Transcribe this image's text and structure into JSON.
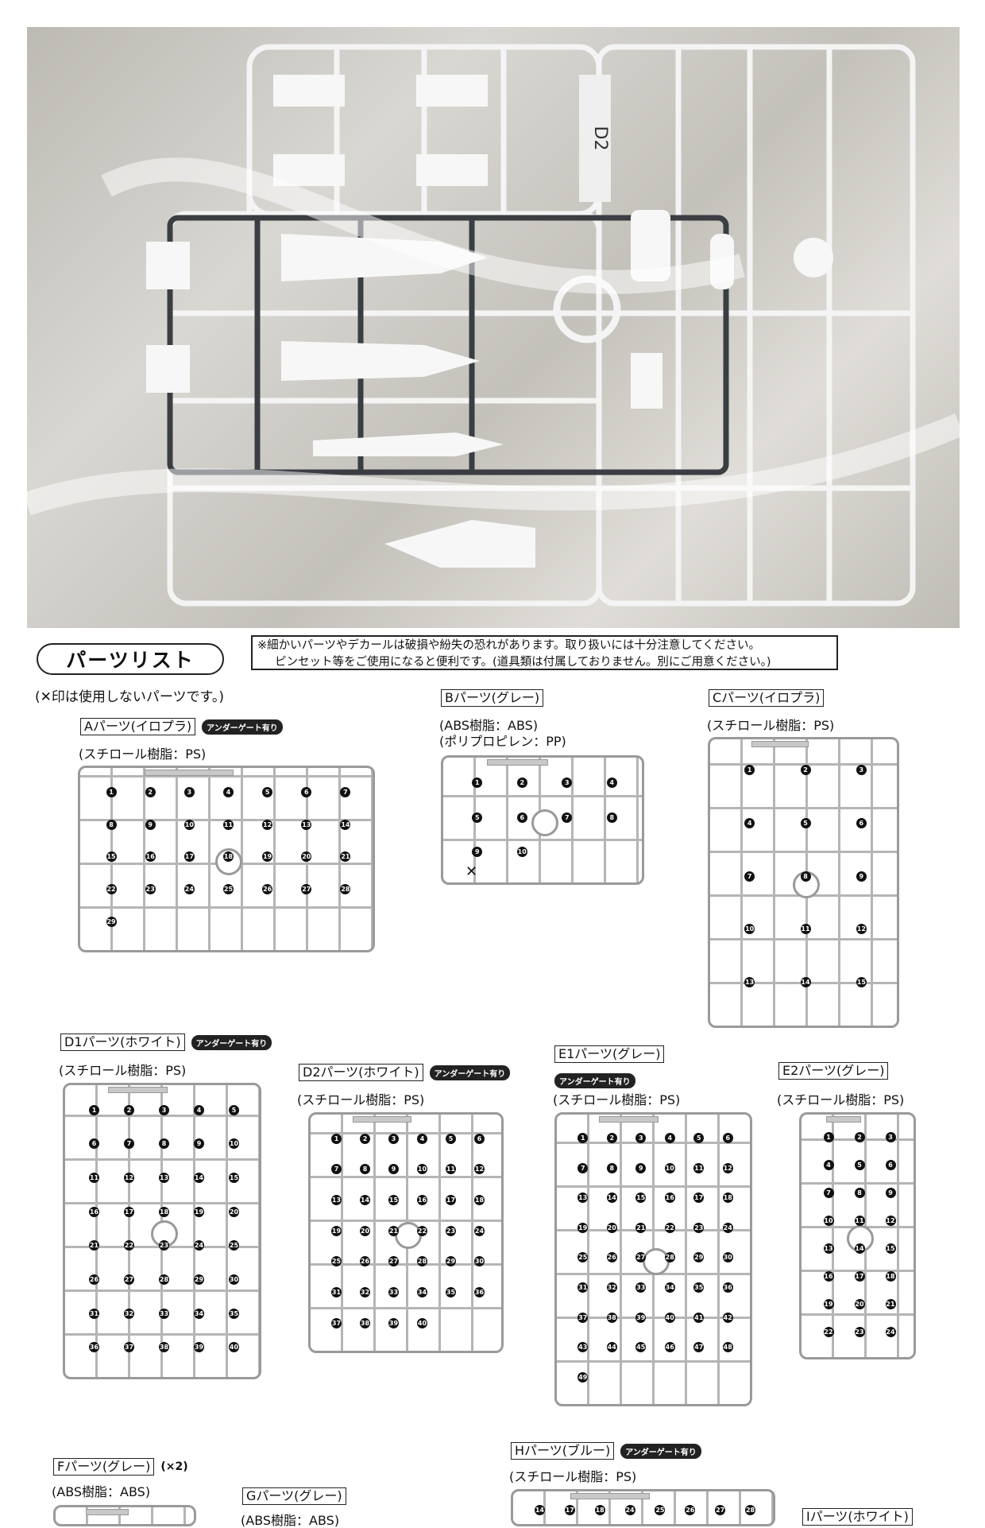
{
  "photo": {
    "runner_label": "D2"
  },
  "parts_list": {
    "title": "パーツリスト",
    "note_lines": [
      "※細かいパーツやデカールは破損や紛失の恐れがあります。取り扱いには十分注意してください。",
      "ピンセット等をご使用になると便利です。(道具類は付属しておりません。別にご用意ください。)"
    ],
    "legend": "(✕印は使用しないパーツです。)",
    "undergate_tag": "アンダーゲート有り",
    "runners": [
      {
        "id": "A",
        "label": "Aパーツ(イロプラ)",
        "materials": [
          "(スチロール樹脂：PS)"
        ],
        "undergate": true,
        "numbers": [
          "1",
          "2",
          "3",
          "4",
          "5",
          "6",
          "7",
          "8",
          "9",
          "10",
          "11",
          "12",
          "13",
          "14",
          "15",
          "16",
          "17",
          "18",
          "19",
          "20",
          "21",
          "22",
          "23",
          "24",
          "25",
          "26",
          "27",
          "28",
          "29"
        ]
      },
      {
        "id": "B",
        "label": "Bパーツ(グレー)",
        "materials": [
          "(ABS樹脂：ABS)",
          "(ポリプロピレン：PP)"
        ],
        "undergate": false,
        "numbers": [
          "1",
          "2",
          "3",
          "4",
          "5",
          "6",
          "7",
          "8",
          "9",
          "10"
        ]
      },
      {
        "id": "C",
        "label": "Cパーツ(イロプラ)",
        "materials": [
          "(スチロール樹脂：PS)"
        ],
        "undergate": false,
        "numbers": [
          "1",
          "2",
          "3",
          "4",
          "5",
          "6",
          "7",
          "8",
          "9",
          "10",
          "11",
          "12",
          "13",
          "14",
          "15"
        ]
      },
      {
        "id": "D1",
        "label": "D1パーツ(ホワイト)",
        "materials": [
          "(スチロール樹脂：PS)"
        ],
        "undergate": true,
        "numbers": [
          "1",
          "2",
          "3",
          "4",
          "5",
          "6",
          "7",
          "8",
          "9",
          "10",
          "11",
          "12",
          "13",
          "14",
          "15",
          "16",
          "17",
          "18",
          "19",
          "20",
          "21",
          "22",
          "23",
          "24",
          "25",
          "26",
          "27",
          "28",
          "29",
          "30",
          "31",
          "32",
          "33",
          "34",
          "35",
          "36",
          "37",
          "38",
          "39",
          "40"
        ]
      },
      {
        "id": "D2",
        "label": "D2パーツ(ホワイト)",
        "materials": [
          "(スチロール樹脂：PS)"
        ],
        "undergate": true,
        "numbers": [
          "1",
          "2",
          "3",
          "4",
          "5",
          "6",
          "7",
          "8",
          "9",
          "10",
          "11",
          "12",
          "13",
          "14",
          "15",
          "16",
          "17",
          "18",
          "19",
          "20",
          "21",
          "22",
          "23",
          "24",
          "25",
          "26",
          "27",
          "28",
          "29",
          "30",
          "31",
          "32",
          "33",
          "34",
          "35",
          "36",
          "37",
          "38",
          "39",
          "40"
        ]
      },
      {
        "id": "E1",
        "label": "E1パーツ(グレー)",
        "materials": [
          "(スチロール樹脂：PS)"
        ],
        "undergate": true,
        "numbers": [
          "1",
          "2",
          "3",
          "4",
          "5",
          "6",
          "7",
          "8",
          "9",
          "10",
          "11",
          "12",
          "13",
          "14",
          "15",
          "16",
          "17",
          "18",
          "19",
          "20",
          "21",
          "22",
          "23",
          "24",
          "25",
          "26",
          "27",
          "28",
          "29",
          "30",
          "31",
          "32",
          "33",
          "34",
          "35",
          "36",
          "37",
          "38",
          "39",
          "40",
          "41",
          "42",
          "43",
          "44",
          "45",
          "46",
          "47",
          "48",
          "49"
        ]
      },
      {
        "id": "E2",
        "label": "E2パーツ(グレー)",
        "materials": [
          "(スチロール樹脂：PS)"
        ],
        "undergate": false,
        "numbers": [
          "1",
          "2",
          "3",
          "4",
          "5",
          "6",
          "7",
          "8",
          "9",
          "10",
          "11",
          "12",
          "13",
          "14",
          "15",
          "16",
          "17",
          "18",
          "19",
          "20",
          "21",
          "22",
          "23",
          "24"
        ]
      },
      {
        "id": "F",
        "label": "Fパーツ(グレー)",
        "extra": "(×2)",
        "materials": [
          "(ABS樹脂：ABS)"
        ],
        "undergate": false,
        "numbers": []
      },
      {
        "id": "G",
        "label": "Gパーツ(グレー)",
        "materials": [
          "(ABS樹脂：ABS)"
        ],
        "undergate": false,
        "numbers": []
      },
      {
        "id": "H",
        "label": "Hパーツ(ブルー)",
        "materials": [
          "(スチロール樹脂：PS)"
        ],
        "undergate": true,
        "numbers": [
          "14",
          "17",
          "18",
          "24",
          "25",
          "26",
          "27",
          "28"
        ]
      },
      {
        "id": "I",
        "label": "Iパーツ(ホワイト)",
        "materials": [],
        "undergate": false,
        "numbers": []
      }
    ]
  }
}
